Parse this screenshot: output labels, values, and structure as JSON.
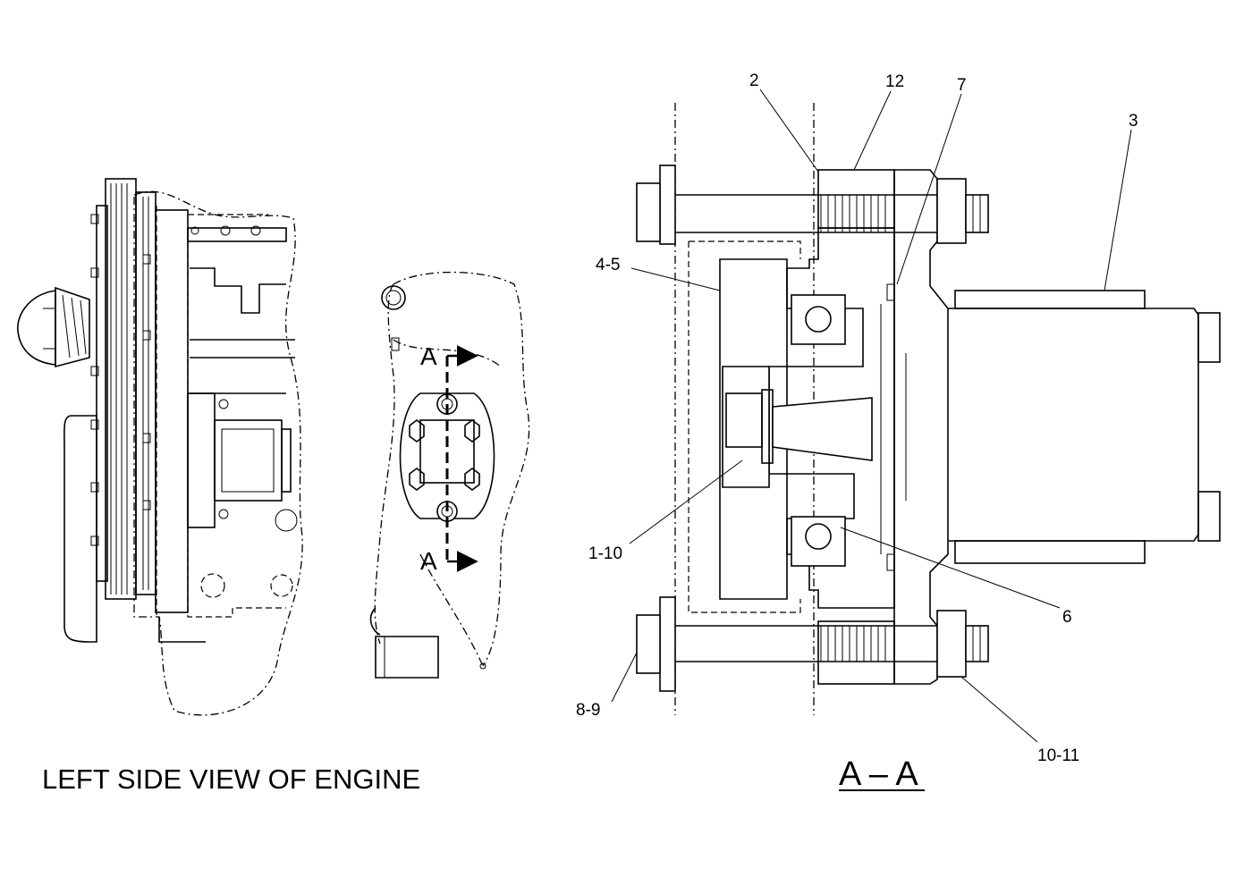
{
  "left_view": {
    "caption": "LEFT SIDE VIEW OF ENGINE",
    "section_marker_top": "A",
    "section_marker_bottom": "A"
  },
  "section_view": {
    "title": "A – A",
    "callouts": {
      "c_2": "2",
      "c_12": "12",
      "c_7": "7",
      "c_3": "3",
      "c_4_5": "4-5",
      "c_1_10": "1-10",
      "c_6": "6",
      "c_8_9": "8-9",
      "c_10_11": "10-11"
    }
  }
}
